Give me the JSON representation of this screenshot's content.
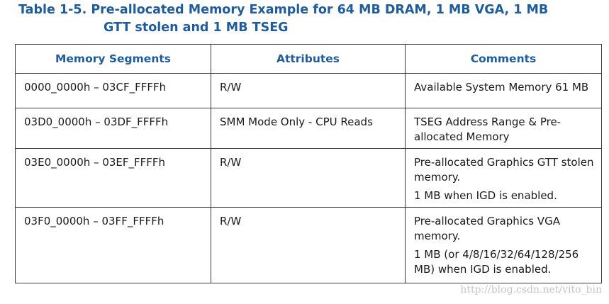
{
  "title": {
    "line1": "Table 1-5. Pre-allocated Memory Example for 64 MB DRAM, 1 MB VGA, 1 MB",
    "line2": "GTT stolen and 1 MB TSEG"
  },
  "table": {
    "headers": [
      "Memory Segments",
      "Attributes",
      "Comments"
    ],
    "rows": [
      {
        "segment": "0000_0000h – 03CF_FFFFh",
        "attributes": "R/W",
        "comments": [
          "Available System Memory 61 MB"
        ]
      },
      {
        "segment": "03D0_0000h – 03DF_FFFFh",
        "attributes": "SMM Mode Only - CPU Reads",
        "comments": [
          "TSEG Address Range & Pre-allocated Memory"
        ]
      },
      {
        "segment": "03E0_0000h – 03EF_FFFFh",
        "attributes": "R/W",
        "comments": [
          "Pre-allocated Graphics GTT stolen memory.",
          "1 MB when IGD is enabled."
        ]
      },
      {
        "segment": "03F0_0000h – 03FF_FFFFh",
        "attributes": "R/W",
        "comments": [
          "Pre-allocated Graphics VGA memory.",
          "1 MB (or 4/8/16/32/64/128/256 MB) when IGD is enabled."
        ]
      }
    ]
  },
  "watermark": "http://blog.csdn.net/vito_bin",
  "colors": {
    "heading": "#1f5c99",
    "text": "#1a1a1a",
    "border": "#3a3a3a"
  }
}
